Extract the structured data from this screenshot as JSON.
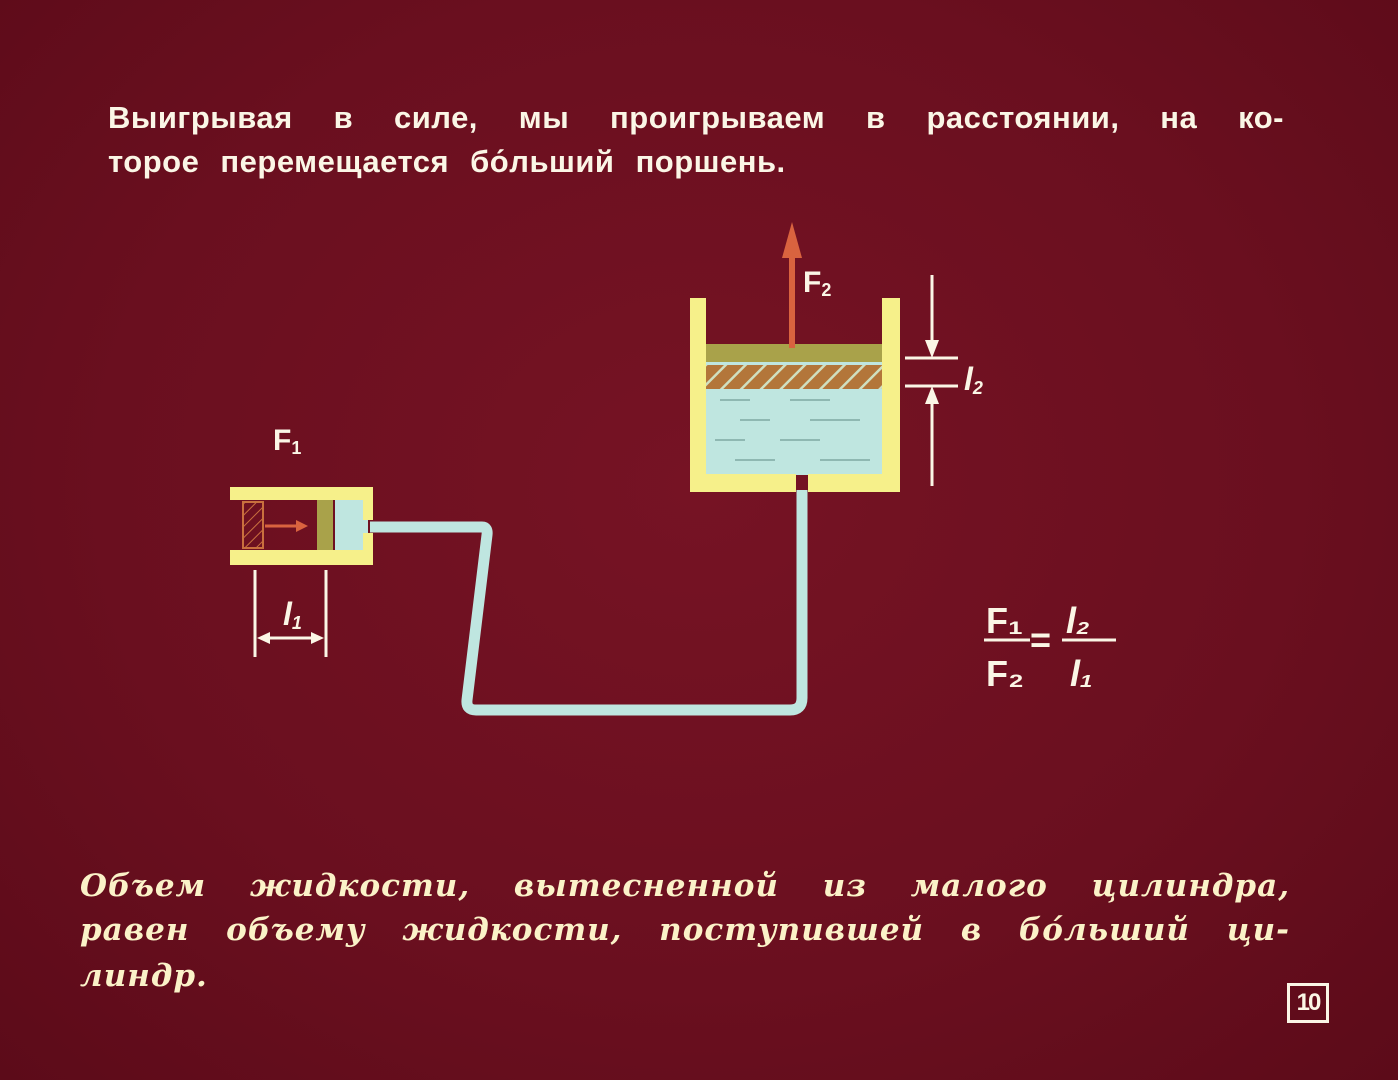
{
  "top_text": {
    "line1": "Выигрывая в силе, мы проигрываем в расстоянии, на ко-",
    "line2": "торое перемещается бо́льший поршень."
  },
  "diagram": {
    "f1_label": "F",
    "f1_sub": "1",
    "f2_label": "F",
    "f2_sub": "2",
    "l1_label": "l",
    "l1_sub": "1",
    "l2_label": "l",
    "l2_sub": "2"
  },
  "formula": {
    "num_left": "F₁",
    "den_left": "F₂",
    "equals": "=",
    "num_right": "l₂",
    "den_right": "l₁"
  },
  "bottom_text": {
    "line1": "Объем жидкости, вытесненной из малого цилиндра,",
    "line2": "равен объему жидкости, поступившей в бо́льший ци-",
    "line3": "линдр."
  },
  "page_number": "10",
  "colors": {
    "background": "#6b0f1e",
    "cylinder": "#f6f08a",
    "liquid": "#bfe6e0",
    "piston": "#a9a24a",
    "arrow": "#d9633f"
  }
}
